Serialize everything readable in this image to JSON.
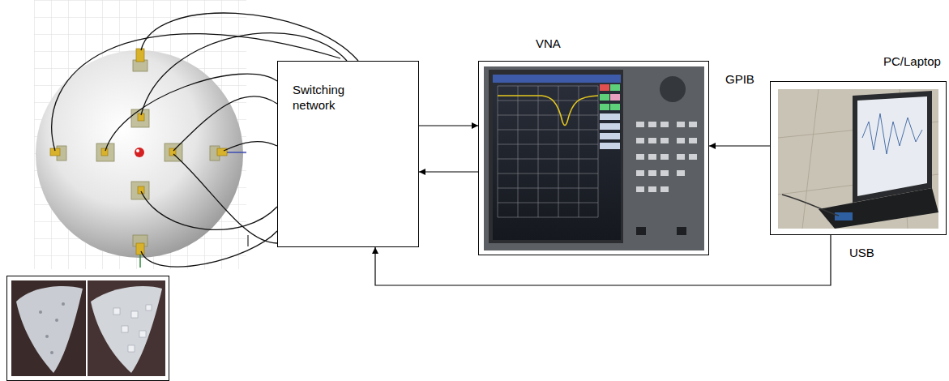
{
  "diagram": {
    "nodes": [
      {
        "text": [
          "Switching network"
        ]
      },
      {
        "text": [
          "VNA"
        ]
      },
      {
        "text": [
          "PC/Laptop"
        ]
      }
    ],
    "edges": [
      {
        "from": 0,
        "to": 1,
        "arrow": "to"
      },
      {
        "from": 1,
        "to": 0,
        "arrow": "to"
      },
      {
        "from": 2,
        "to": 1,
        "label": "GPIB",
        "arrow": "to"
      },
      {
        "from": 2,
        "to": 0,
        "label": "USB",
        "arrow": "to"
      }
    ]
  }
}
